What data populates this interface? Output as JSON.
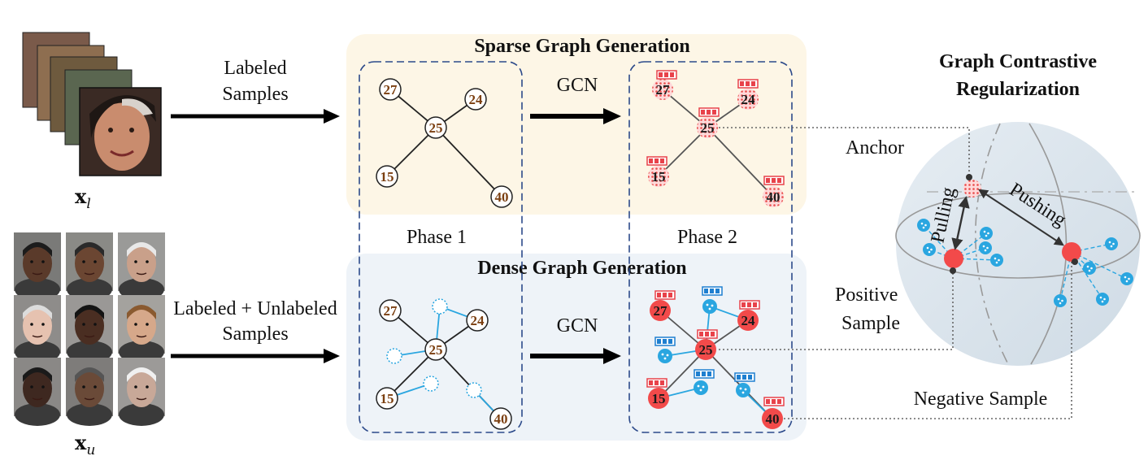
{
  "inputs": {
    "top_label_line1": "Labeled",
    "top_label_line2": "Samples",
    "top_symbol_main": "x",
    "top_symbol_sub": "l",
    "bottom_label_line1": "Labeled + Unlabeled",
    "bottom_label_line2": "Samples",
    "bottom_symbol_main": "x",
    "bottom_symbol_sub": "u"
  },
  "sparse_panel": {
    "title": "Sparse Graph Generation",
    "fill": "#fdf6e6"
  },
  "dense_panel": {
    "title": "Dense Graph Generation",
    "fill": "#eef3f8"
  },
  "gcn_label": "GCN",
  "phases": [
    "Phase 1",
    "Phase 2"
  ],
  "node_labels": {
    "center": "25",
    "top_left": "27",
    "top_right": "24",
    "bottom_left": "15",
    "bottom_right": "40"
  },
  "contrastive": {
    "title_line1": "Graph Contrastive",
    "title_line2": "Regularization",
    "anchor": "Anchor",
    "positive_line1": "Positive",
    "positive_line2": "Sample",
    "negative": "Negative Sample",
    "pulling": "Pulling",
    "pushing": "Pushing"
  },
  "colors": {
    "node_red": "#f24a4a",
    "node_blue": "#2aa6e0",
    "dashed_box": "#2c4a8a",
    "feature_red": "#e8424a",
    "feature_blue": "#1e7fd0"
  }
}
